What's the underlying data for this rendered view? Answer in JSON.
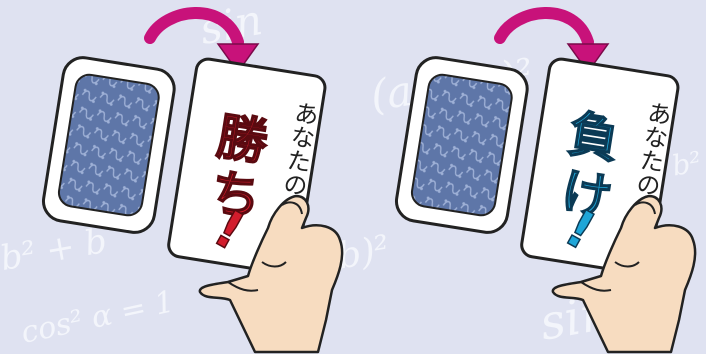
{
  "colors": {
    "background": "#dfe2f1",
    "card_back": "#5e76a8",
    "arrow": "#c8127a",
    "win_text": "#d21c2c",
    "lose_text": "#1fa6d8",
    "skin": "#f7dcc0",
    "outline": "#222222"
  },
  "background_formulas": [
    {
      "text": "cos² α = 1"
    },
    {
      "text": "(a − b)²"
    },
    {
      "text": "(a + b)²"
    },
    {
      "text": "sin"
    },
    {
      "text": "sin"
    },
    {
      "text": "b² + b"
    },
    {
      "text": "− b²"
    }
  ],
  "panels": [
    {
      "prefix": "あなたの",
      "result_1": "勝",
      "result_2": "ち",
      "mark": "!"
    },
    {
      "prefix": "あなたの",
      "result_1": "負",
      "result_2": "け",
      "mark": "!"
    }
  ]
}
